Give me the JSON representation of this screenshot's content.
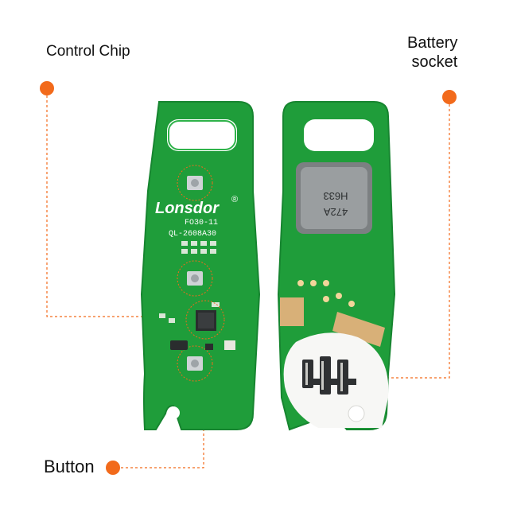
{
  "labels": {
    "control_chip": "Control Chip",
    "battery_socket_line1": "Battery",
    "battery_socket_line2": "socket",
    "button": "Button"
  },
  "board_text": {
    "brand": "Lonsdor",
    "registered": "®",
    "model": "FO30-11",
    "serial": "QL-2608A30",
    "chip_mark_1": "H633",
    "chip_mark_2": "472A"
  },
  "colors": {
    "accent": "#f26a1b",
    "pcb_green": "#1f9d3a",
    "pcb_edge": "#178530",
    "callout_line": "#f26a1b"
  }
}
